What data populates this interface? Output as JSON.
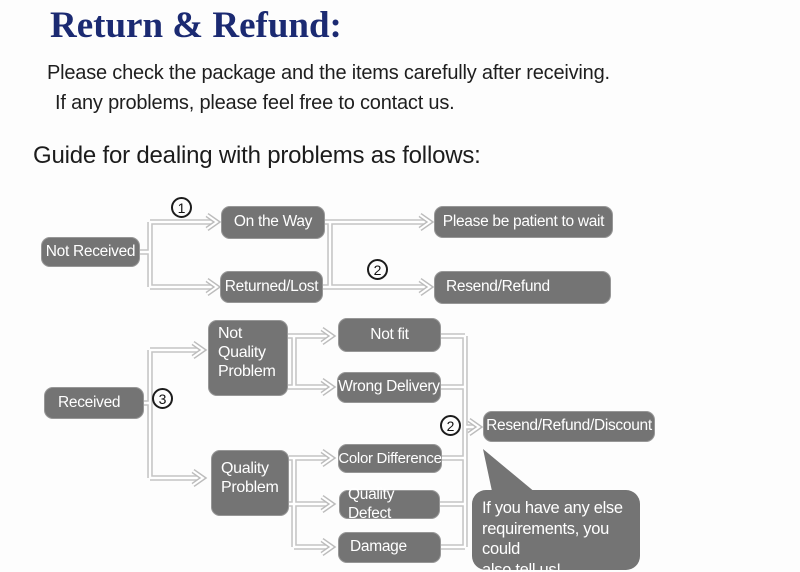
{
  "page": {
    "title": "Return & Refund:",
    "intro_line1": "Please check the package and the items carefully after receiving.",
    "intro_line2": "If any problems, please feel free to contact us.",
    "guide_heading": "Guide for dealing with problems as follows:"
  },
  "colors": {
    "title_navy": "#1b2a72",
    "box_gray": "#747474",
    "box_text": "#ffffff",
    "connector_gray": "#c4c4c4",
    "arrow_gray": "#b2b2b2"
  },
  "flowchart": {
    "nodes": {
      "not_received": "Not Received",
      "on_the_way": "On the Way",
      "returned_lost": "Returned/Lost",
      "patient_wait": "Please be patient to wait",
      "resend_refund": "Resend/Refund",
      "not_quality_problem": "Not\nQuality\nProblem",
      "received": "Received",
      "not_fit": "Not fit",
      "wrong_delivery": "Wrong Delivery",
      "quality_problem": "Quality\nProblem",
      "color_difference": "Color Difference",
      "quality_defect": "Quality Defect",
      "damage": "Damage",
      "resend_refund_discount": "Resend/Refund/Discount"
    },
    "markers": {
      "step1": "1",
      "step2_top": "2",
      "step3": "3",
      "step2_bottom": "2"
    },
    "bubble_text": "If you have any else\nrequirements, you could\nalso tell us!"
  }
}
